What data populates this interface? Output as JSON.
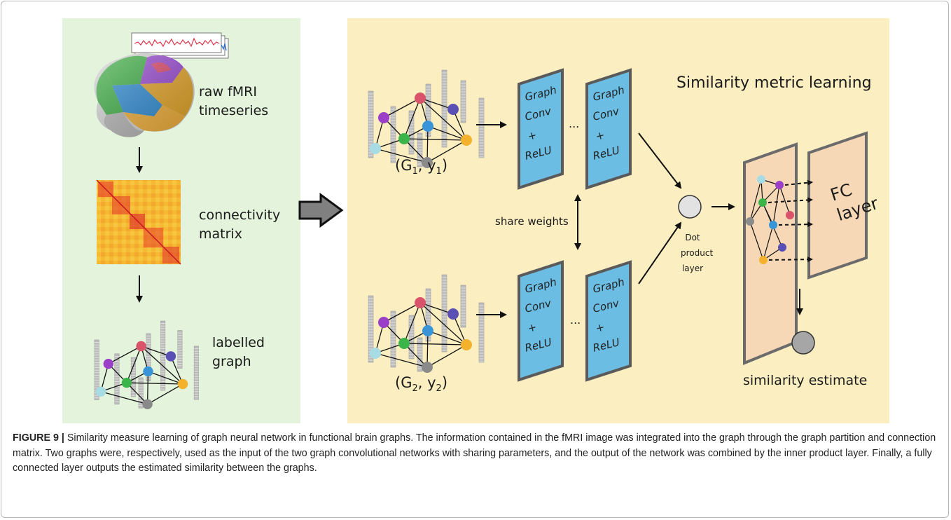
{
  "left_panel": {
    "raw_label": "raw fMRI\ntimeseries",
    "matrix_label": "connectivity\nmatrix",
    "graph_label": "labelled\ngraph"
  },
  "right_panel": {
    "title": "Similarity metric learning",
    "graph1_label": {
      "main": "(G",
      "sub1": "1",
      "mid": ", y",
      "sub2": "1",
      "end": ")"
    },
    "graph2_label": {
      "main": "(G",
      "sub1": "2",
      "mid": ", y",
      "sub2": "2",
      "end": ")"
    },
    "conv_lines": [
      "Graph",
      "Conv",
      "+",
      "ReLU"
    ],
    "ellipsis": "...",
    "share_weights": "share weights",
    "dot_label": "Dot\nproduct\nlayer",
    "fc_label": "FC\nlayer",
    "similarity_label": "similarity estimate"
  },
  "caption": {
    "figure_label": "FIGURE 9 |",
    "text": " Similarity measure learning of graph neural network in functional brain graphs. The information contained in the fMRI image was integrated into the graph through the graph partition and connection matrix. Two graphs were, respectively, used as the input of the two graph convolutional networks with sharing parameters, and the output of the network was combined by the inner product layer. Finally, a fully connected layer outputs the estimated similarity between the graphs."
  },
  "colors": {
    "left_bg": "#e3f3dc",
    "right_bg": "#fbefc2",
    "conv_fill": "#6bbde3",
    "conv_border": "#5a5a5a",
    "fc_fill": "#f6d8b6",
    "node_colors": [
      "#9b3fc8",
      "#d9536b",
      "#5a4fb5",
      "#3a95d8",
      "#3bb44a",
      "#a8dce5",
      "#f3b12c",
      "#8a8a8a"
    ]
  }
}
